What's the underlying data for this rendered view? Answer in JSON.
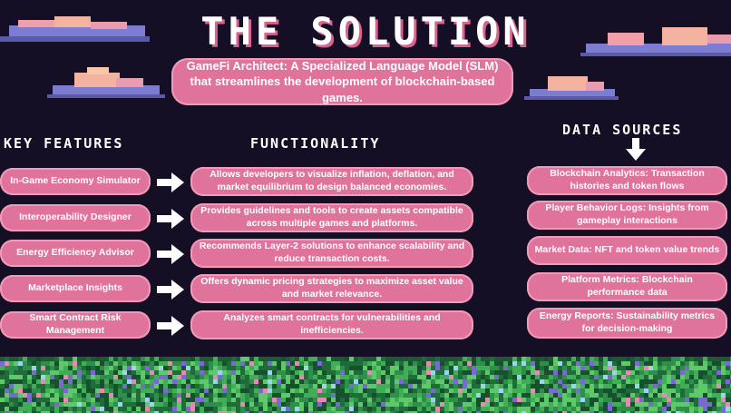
{
  "title": "THE SOLUTION",
  "subtitle": "GameFi Architect: A Specialized Language Model (SLM) that streamlines the development of blockchain-based games.",
  "headings": {
    "key_features": "KEY FEATURES",
    "functionality": "FUNCTIONALITY",
    "data_sources": "DATA SOURCES"
  },
  "features": [
    {
      "name": "In-Game Economy Simulator",
      "function": "Allows developers to visualize inflation, deflation, and market equilibrium to design balanced economies."
    },
    {
      "name": "Interoperability Designer",
      "function": "Provides guidelines and tools to create assets compatible across multiple games and platforms."
    },
    {
      "name": "Energy Efficiency Advisor",
      "function": "Recommends Layer-2 solutions to enhance scalability and reduce transaction costs."
    },
    {
      "name": "Marketplace Insights",
      "function": "Offers dynamic pricing strategies to maximize asset value and market relevance."
    },
    {
      "name": "Smart Contract Risk Management",
      "function": "Analyzes smart contracts for vulnerabilities and inefficiencies."
    }
  ],
  "data_sources": [
    "Blockchain Analytics: Transaction histories and token flows",
    "Player Behavior Logs: Insights from gameplay interactions",
    "Market Data: NFT and token value trends",
    "Platform Metrics: Blockchain performance data",
    "Energy Reports: Sustainability metrics for decision-making"
  ],
  "colors": {
    "background": "#150f26",
    "pill": "#e0739b",
    "title_shadow": "#d9628f"
  }
}
